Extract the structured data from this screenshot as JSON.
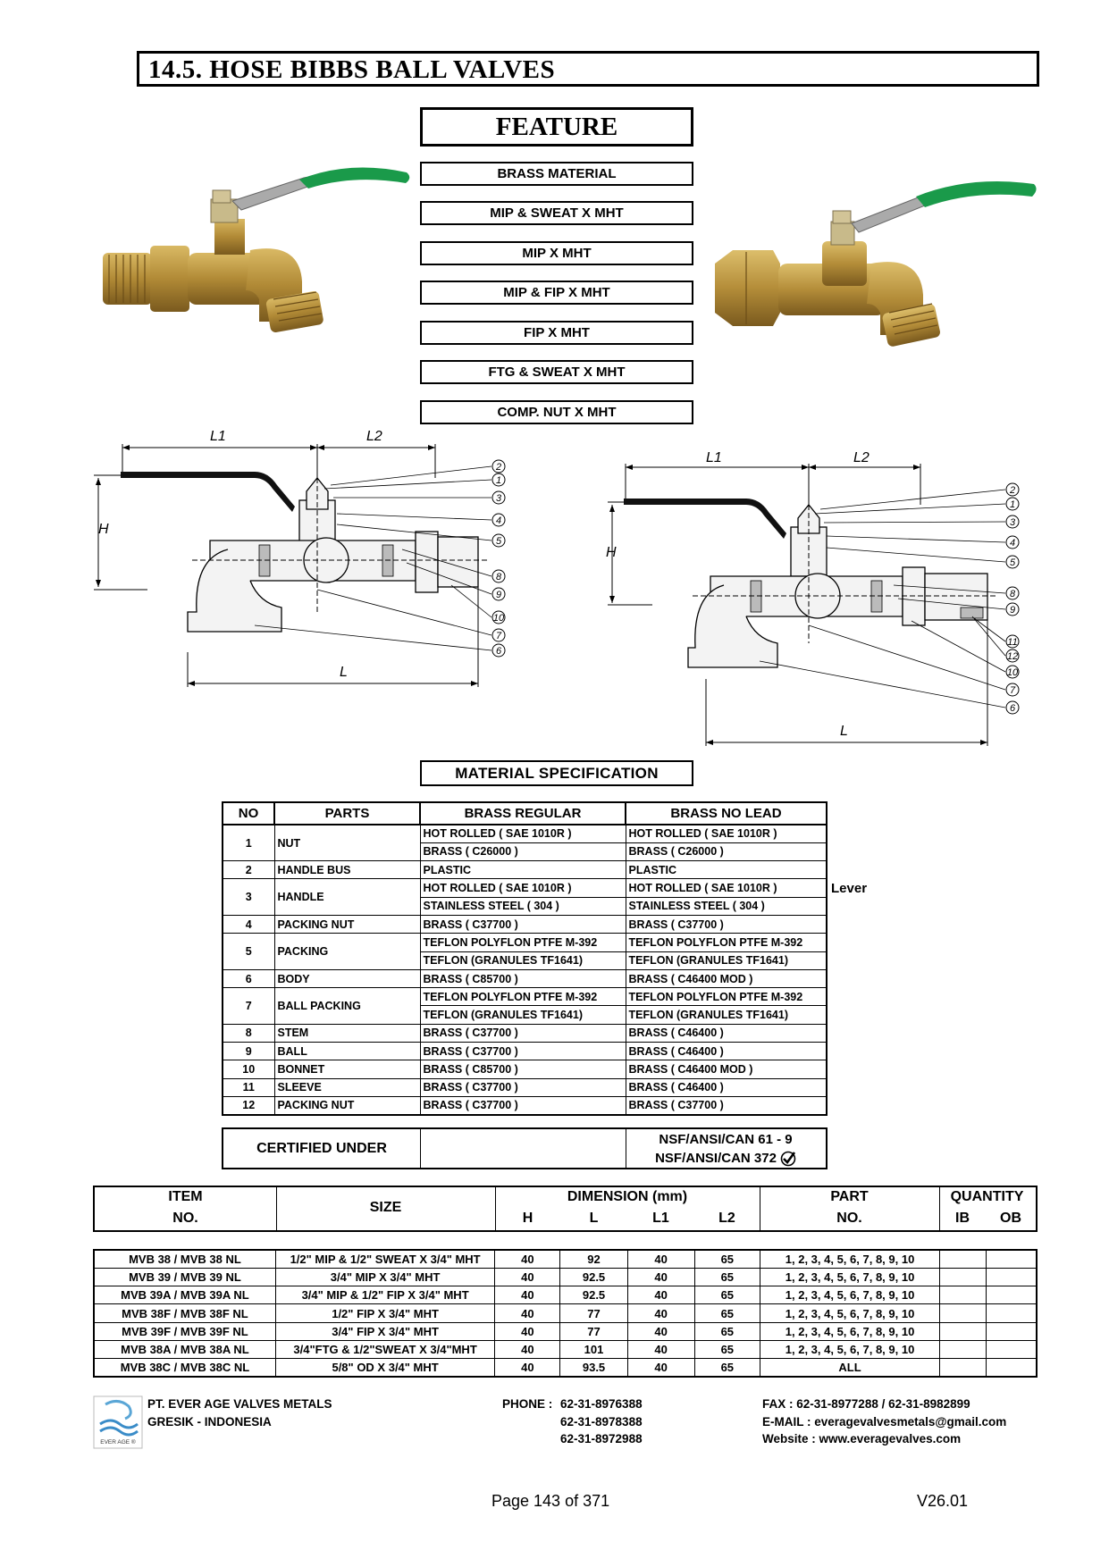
{
  "title": "14.5.  HOSE BIBBS BALL VALVES",
  "feature": {
    "heading": "FEATURE",
    "items": [
      "BRASS MATERIAL",
      "MIP & SWEAT X MHT",
      "MIP X MHT",
      "MIP & FIP X MHT",
      "FIP X MHT",
      "FTG & SWEAT X MHT",
      "COMP. NUT X MHT"
    ]
  },
  "drawing_labels": {
    "l1": "L1",
    "l2": "L2",
    "h": "H",
    "l": "L",
    "left_callouts": [
      "2",
      "1",
      "3",
      "4",
      "5",
      "8",
      "9",
      "10",
      "7",
      "6"
    ],
    "right_callouts": [
      "2",
      "1",
      "3",
      "4",
      "5",
      "8",
      "9",
      "11",
      "12",
      "10",
      "7",
      "6"
    ]
  },
  "material": {
    "heading": "MATERIAL SPECIFICATION",
    "columns": [
      "NO",
      "PARTS",
      "BRASS REGULAR",
      "BRASS NO LEAD"
    ],
    "rows": [
      {
        "no": "1",
        "part": "NUT",
        "regular": [
          "HOT ROLLED ( SAE 1010R )",
          "BRASS ( C26000 )"
        ],
        "nolead": [
          "HOT ROLLED ( SAE 1010R )",
          "BRASS ( C26000 )"
        ]
      },
      {
        "no": "2",
        "part": "HANDLE BUS",
        "regular": [
          "PLASTIC"
        ],
        "nolead": [
          "PLASTIC"
        ]
      },
      {
        "no": "3",
        "part": "HANDLE",
        "regular": [
          "HOT ROLLED ( SAE 1010R )",
          "STAINLESS STEEL ( 304 )"
        ],
        "nolead": [
          "HOT ROLLED ( SAE 1010R )",
          "STAINLESS STEEL ( 304 )"
        ]
      },
      {
        "no": "4",
        "part": "PACKING NUT",
        "regular": [
          "BRASS ( C37700 )"
        ],
        "nolead": [
          "BRASS ( C37700 )"
        ]
      },
      {
        "no": "5",
        "part": "PACKING",
        "regular": [
          "TEFLON POLYFLON PTFE M-392",
          "TEFLON (GRANULES TF1641)"
        ],
        "nolead": [
          "TEFLON POLYFLON PTFE M-392",
          "TEFLON (GRANULES TF1641)"
        ]
      },
      {
        "no": "6",
        "part": "BODY",
        "regular": [
          "BRASS ( C85700 )"
        ],
        "nolead": [
          "BRASS ( C46400 MOD )"
        ]
      },
      {
        "no": "7",
        "part": "BALL PACKING",
        "regular": [
          "TEFLON POLYFLON PTFE M-392",
          "TEFLON (GRANULES TF1641)"
        ],
        "nolead": [
          "TEFLON POLYFLON PTFE M-392",
          "TEFLON (GRANULES TF1641)"
        ]
      },
      {
        "no": "8",
        "part": "STEM",
        "regular": [
          "BRASS ( C37700 )"
        ],
        "nolead": [
          "BRASS ( C46400 )"
        ]
      },
      {
        "no": "9",
        "part": "BALL",
        "regular": [
          "BRASS ( C37700 )"
        ],
        "nolead": [
          "BRASS ( C46400 )"
        ]
      },
      {
        "no": "10",
        "part": "BONNET",
        "regular": [
          "BRASS ( C85700 )"
        ],
        "nolead": [
          "BRASS ( C46400 MOD )"
        ]
      },
      {
        "no": "11",
        "part": "SLEEVE",
        "regular": [
          "BRASS ( C37700 )"
        ],
        "nolead": [
          "BRASS ( C46400 )"
        ]
      },
      {
        "no": "12",
        "part": "PACKING NUT",
        "regular": [
          "BRASS ( C37700 )"
        ],
        "nolead": [
          "BRASS ( C37700 )"
        ]
      }
    ],
    "side_note": "Lever"
  },
  "certified": {
    "label": "CERTIFIED UNDER",
    "line1": "NSF/ANSI/CAN 61 - 9",
    "line2": "NSF/ANSI/CAN 372"
  },
  "dimension": {
    "item": "ITEM",
    "no": "NO.",
    "size": "SIZE",
    "dimension": "DIMENSION (mm)",
    "h": "H",
    "l": "L",
    "l1": "L1",
    "l2": "L2",
    "part": "PART",
    "part_no": "NO.",
    "quantity": "QUANTITY",
    "ib": "IB",
    "ob": "OB",
    "rows": [
      {
        "item": "MVB 38 / MVB 38 NL",
        "size": "1/2\" MIP & 1/2\" SWEAT X 3/4\" MHT",
        "h": "40",
        "l": "92",
        "l1": "40",
        "l2": "65",
        "parts": "1, 2, 3, 4, 5, 6, 7, 8, 9, 10"
      },
      {
        "item": "MVB 39 / MVB 39 NL",
        "size": "3/4\" MIP X 3/4\" MHT",
        "h": "40",
        "l": "92.5",
        "l1": "40",
        "l2": "65",
        "parts": "1, 2, 3, 4, 5, 6, 7, 8, 9, 10"
      },
      {
        "item": "MVB 39A / MVB 39A NL",
        "size": "3/4\" MIP & 1/2\" FIP X 3/4\" MHT",
        "h": "40",
        "l": "92.5",
        "l1": "40",
        "l2": "65",
        "parts": "1, 2, 3, 4, 5, 6, 7, 8, 9, 10"
      },
      {
        "item": "MVB 38F / MVB 38F NL",
        "size": "1/2\" FIP X 3/4\" MHT",
        "h": "40",
        "l": "77",
        "l1": "40",
        "l2": "65",
        "parts": "1, 2, 3, 4, 5, 6, 7, 8, 9, 10"
      },
      {
        "item": "MVB 39F / MVB 39F NL",
        "size": "3/4\" FIP X 3/4\" MHT",
        "h": "40",
        "l": "77",
        "l1": "40",
        "l2": "65",
        "parts": "1, 2, 3, 4, 5, 6, 7, 8, 9, 10"
      },
      {
        "item": "MVB 38A / MVB 38A NL",
        "size": "3/4\"FTG & 1/2\"SWEAT X 3/4\"MHT",
        "h": "40",
        "l": "101",
        "l1": "40",
        "l2": "65",
        "parts": "1, 2, 3, 4, 5, 6, 7, 8, 9, 10"
      },
      {
        "item": "MVB 38C / MVB 38C NL",
        "size": "5/8\" OD X 3/4\" MHT",
        "h": "40",
        "l": "93.5",
        "l1": "40",
        "l2": "65",
        "parts": "ALL"
      }
    ]
  },
  "footer": {
    "company": "PT. EVER AGE VALVES METALS",
    "location": "GRESIK - INDONESIA",
    "logo_text": "EVER AGE ®",
    "phone_label": "PHONE :",
    "phones": [
      "62-31-8976388",
      "62-31-8978388",
      "62-31-8972988"
    ],
    "fax": "FAX  : 62-31-8977288 / 62-31-8982899",
    "email": "E-MAIL  : everagevalvesmetals@gmail.com",
    "website": "Website  : www.everagevalves.com",
    "page": "Page 143 of 371",
    "version": "V26.01"
  },
  "colors": {
    "handle_green": "#1a9a4a",
    "brass": "#b8913a"
  }
}
